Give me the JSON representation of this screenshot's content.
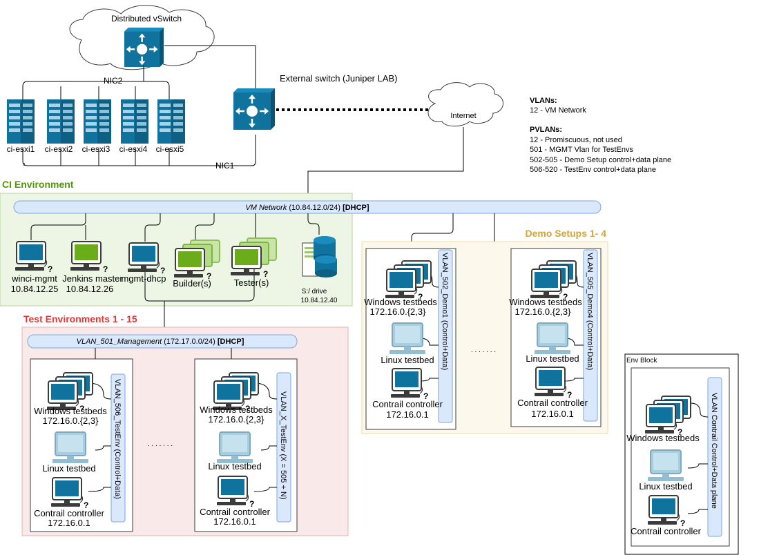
{
  "top": {
    "vswitch_label": "Distributed vSwitch",
    "nic2_label": "NIC2",
    "nic1_label": "NIC1",
    "external_switch_label": "External switch (Juniper LAB)",
    "internet_label": "Internet",
    "hosts": [
      "ci-esxi1",
      "ci-esxi2",
      "ci-esxi3",
      "ci-esxi4",
      "ci-esxi5"
    ]
  },
  "legend": {
    "vlans_title": "VLANs:",
    "vlans": [
      "12 - VM Network"
    ],
    "pvlans_title": "PVLANs:",
    "pvlans": [
      "12 - Promiscuous, not used",
      "501 - MGMT Vlan for TestEnvs",
      "502-505 - Demo Setup control+data plane",
      "506-520 - TestEnv control+data plane"
    ]
  },
  "ci_env": {
    "title": "CI Environment",
    "network_italic": "VM Network",
    "network_rest": " (10.84.12.0/24) ",
    "network_bold": "[DHCP]",
    "nodes": {
      "winci": {
        "name": "winci-mgmt",
        "ip": "10.84.12.25"
      },
      "jenkins": {
        "name": "Jenkins master",
        "ip": "10.84.12.26"
      },
      "mgmt": {
        "name": "mgmt-dhcp"
      },
      "builder": {
        "name": "Builder(s)"
      },
      "tester": {
        "name": "Tester(s)"
      },
      "sdrive": {
        "name": "S:/ drive",
        "ip": "10.84.12.40"
      }
    }
  },
  "test_envs": {
    "title": "Test Environments 1 - 15",
    "network_italic": "VLAN_501_Management",
    "network_rest": " (172.17.0.0/24) ",
    "network_bold": "[DHCP]",
    "ellipsis": ". . . . . . .",
    "env1": {
      "vlan": "VLAN_506_TestEnv (Control+Data)",
      "win": "Windows testbeds",
      "win_ip": "172.16.0.{2,3}",
      "linux": "Linux testbed",
      "ctrl": "Contrail controller",
      "ctrl_ip": "172.16.0.1"
    },
    "env2": {
      "vlan": "VLAN_X_TestEnv (X = 505 + N)",
      "win": "Windows testbeds",
      "win_ip": "172.16.0.{2,3}",
      "linux": "Linux testbed",
      "ctrl": "Contrail controller",
      "ctrl_ip": "172.16.0.1"
    }
  },
  "demo": {
    "title": "Demo Setups 1- 4",
    "ellipsis": ". . . . . . .",
    "demo1": {
      "vlan": "VLAN_502_Demo1 (Control+Data)",
      "win": "Windows testbeds",
      "win_ip": "172.16.0.{2,3}",
      "linux": "Linux testbed",
      "ctrl": "Contrail controller",
      "ctrl_ip": "172.16.0.1"
    },
    "demo4": {
      "vlan": "VLAN_505_Demo4 (Control+Data)",
      "win": "Windows testbeds",
      "win_ip": "172.16.0.{2,3}",
      "linux": "Linux testbed",
      "ctrl": "Contrail controller",
      "ctrl_ip": "172.16.0.1"
    }
  },
  "env_block": {
    "title": "Env Block",
    "vlan": "VLAN Contrail Control+Data plane",
    "win": "Windows testbeds",
    "linux": "Linux testbed",
    "ctrl": "Contrail controller"
  },
  "colors": {
    "ci_fill": "#edf5e5",
    "ci_stroke": "#b9d3a2",
    "ci_title": "#4d9900",
    "test_fill": "#fae9e9",
    "test_stroke": "#e3b1b1",
    "test_title": "#e03838",
    "demo_fill": "#fdf8ec",
    "demo_stroke": "#f0d9a6",
    "demo_title": "#d2a53a",
    "bus_fill": "#dae8fc",
    "bus_stroke": "#7ea6e0",
    "switch_fill": "#10739e"
  }
}
